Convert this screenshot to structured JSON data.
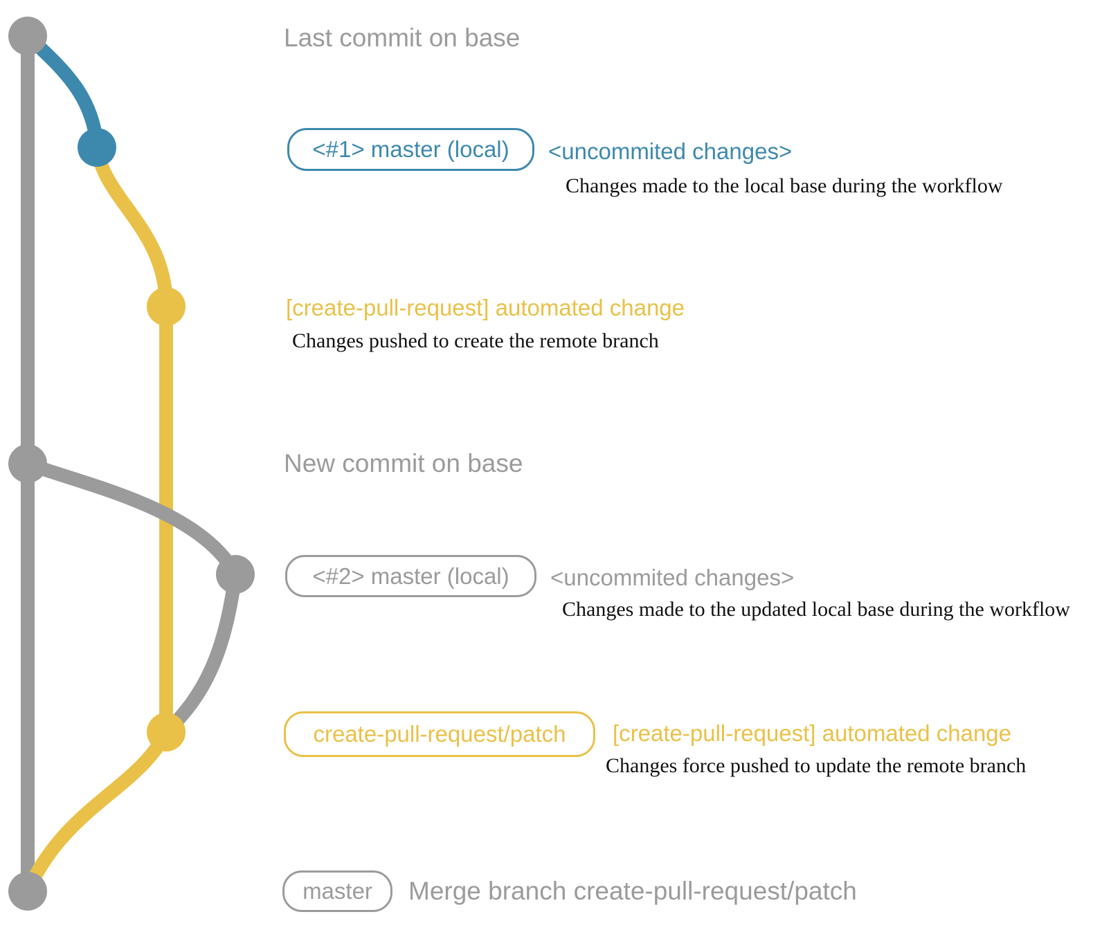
{
  "diagram": {
    "colors": {
      "base_branch": "#9b9b9b",
      "local_branch": "#3d89ad",
      "remote_branch": "#e9c148",
      "description_text": "#111111"
    },
    "row_last_commit": {
      "label": "Last commit on base"
    },
    "row_local_1": {
      "badge": "<#1> master (local)",
      "note": "<uncommited changes>",
      "description": "Changes made to the local base during the workflow"
    },
    "row_push_1": {
      "note": "[create-pull-request] automated change",
      "description": "Changes pushed to create the remote branch"
    },
    "row_new_commit": {
      "label": "New commit on base"
    },
    "row_local_2": {
      "badge": "<#2> master (local)",
      "note": "<uncommited changes>",
      "description": "Changes made to the updated local base during the workflow"
    },
    "row_push_2": {
      "badge": "create-pull-request/patch",
      "note": "[create-pull-request] automated change",
      "description": "Changes force pushed to update the remote branch"
    },
    "row_merge": {
      "badge": "master",
      "label": "Merge branch create-pull-request/patch"
    }
  }
}
